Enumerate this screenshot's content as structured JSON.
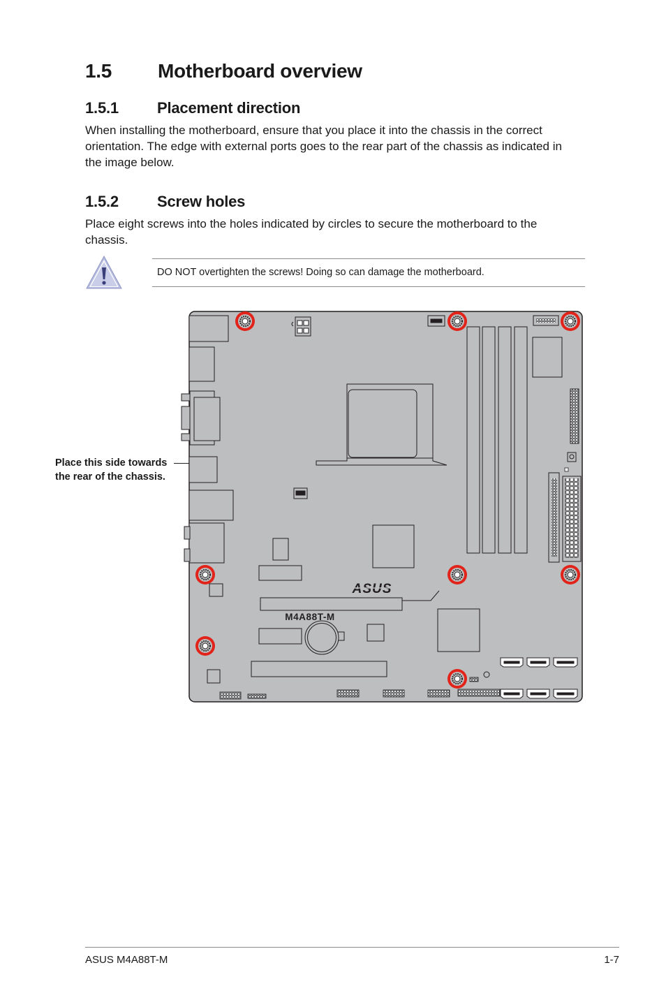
{
  "section": {
    "number": "1.5",
    "title": "Motherboard overview"
  },
  "subsections": [
    {
      "number": "1.5.1",
      "title": "Placement direction",
      "text": "When installing the motherboard, ensure that you place it into the chassis in the correct orientation. The edge with external ports goes to the rear part of the chassis as indicated in the image below."
    },
    {
      "number": "1.5.2",
      "title": "Screw holes",
      "text": "Place eight screws into the holes indicated by circles to secure the motherboard to the chassis."
    }
  ],
  "caution": {
    "icon": "warning-triangle-icon",
    "text": "DO NOT overtighten the screws! Doing so can damage the motherboard."
  },
  "diagram": {
    "callout_line1": "Place this side towards",
    "callout_line2": "the rear of the chassis.",
    "brand_logo": "ASUS",
    "model_label": "M4A88T-M",
    "screw_hole_color": "#e2231a",
    "board_color": "#bcbec0"
  },
  "footer": {
    "left": "ASUS M4A88T-M",
    "right": "1-7"
  }
}
